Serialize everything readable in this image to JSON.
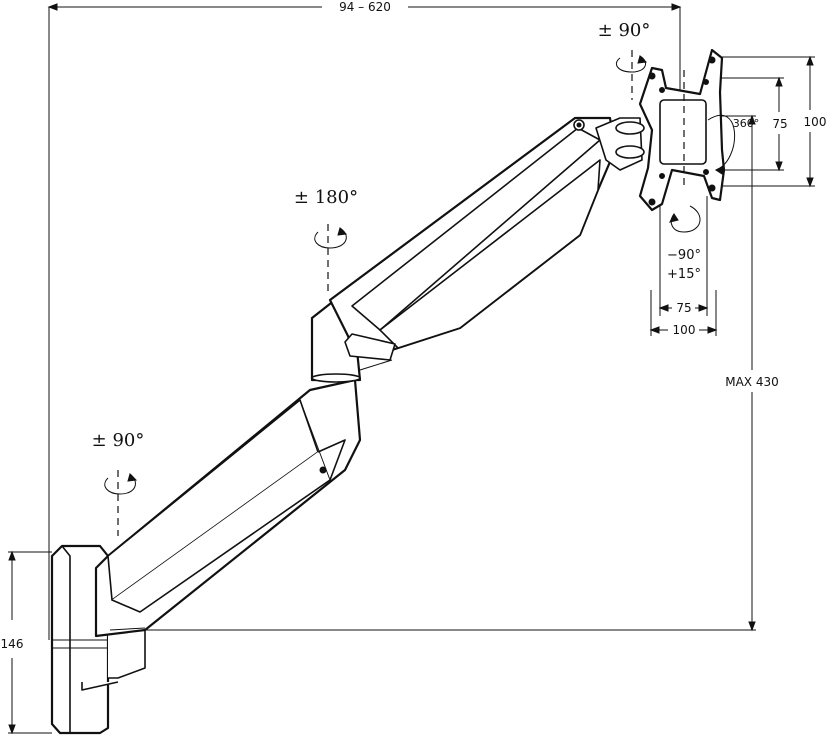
{
  "dimensions": {
    "reach": "94 – 620",
    "max_height": "MAX 430",
    "wall_plate_height": "146",
    "vesa_outer_vertical": "100",
    "vesa_inner_vertical": "75",
    "vesa_inner_horizontal": "75",
    "vesa_outer_horizontal": "100"
  },
  "rotations": {
    "head_swivel": "± 90°",
    "mid_swivel": "± 180°",
    "base_swivel": "± 90°",
    "plate_rotation": "360°",
    "tilt_down": "−90°",
    "tilt_up": "+15°"
  }
}
